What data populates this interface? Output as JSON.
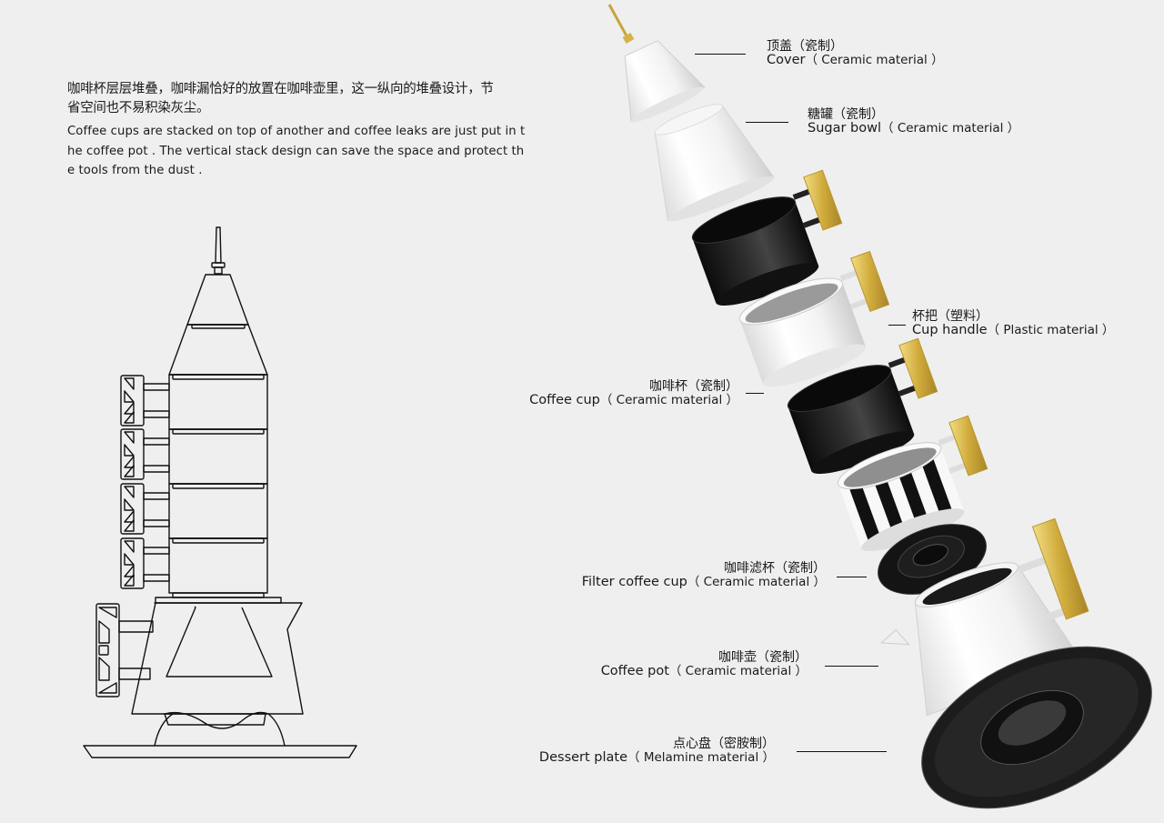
{
  "intro": {
    "zh_line1": "咖啡杯层层堆叠，咖啡漏恰好的放置在咖啡壶里，这一纵向的堆叠设计，节",
    "zh_line2": "省空间也不易积染灰尘。",
    "en": "Coffee cups are stacked on top of another and coffee leaks are just put in the coffee pot . The vertical stack design can save the space and protect the tools from the dust ."
  },
  "callouts": [
    {
      "id": "cover",
      "zh": "顶盖（瓷制）",
      "en_name": "Cover",
      "en_material": "（ Ceramic material ）"
    },
    {
      "id": "sugar-bowl",
      "zh": "糖罐（瓷制）",
      "en_name": "Sugar bowl",
      "en_material": "（ Ceramic material ）"
    },
    {
      "id": "cup-handle",
      "zh": "杯把（塑料）",
      "en_name": "Cup handle",
      "en_material": "（ Plastic material ）"
    },
    {
      "id": "coffee-cup",
      "zh": "咖啡杯（瓷制）",
      "en_name": "Coffee cup",
      "en_material": "（ Ceramic material ）"
    },
    {
      "id": "filter-coffee-cup",
      "zh": "咖啡滤杯（瓷制）",
      "en_name": "Filter coffee cup",
      "en_material": "（ Ceramic material ）"
    },
    {
      "id": "coffee-pot",
      "zh": "咖啡壶（瓷制）",
      "en_name": "Coffee pot",
      "en_material": "（ Ceramic material ）"
    },
    {
      "id": "dessert-plate",
      "zh": "点心盘（密胺制）",
      "en_name": "Dessert plate",
      "en_material": "（ Melamine material ）"
    }
  ],
  "colors": {
    "background": "#efefef",
    "ceramic_white": "#f7f7f7",
    "ceramic_black": "#151515",
    "gold": "#d4b24a",
    "line": "#111111"
  }
}
